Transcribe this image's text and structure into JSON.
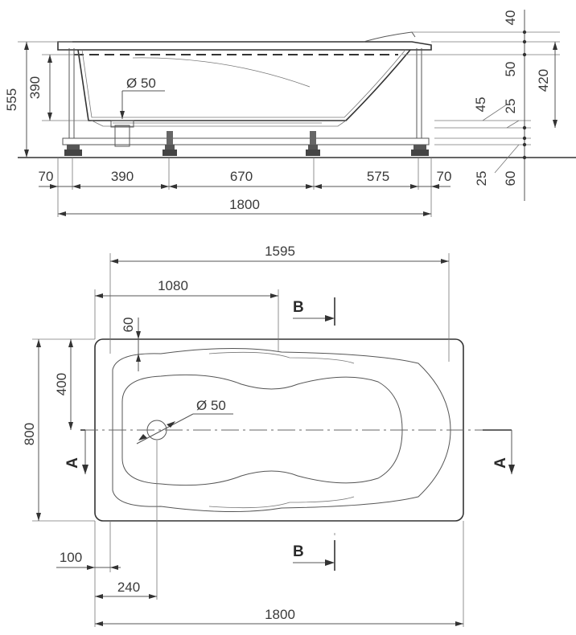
{
  "side_view": {
    "dims": {
      "total_height": "555",
      "inner_height": "390",
      "drain": "Ø 50",
      "leg_left": "70",
      "span_1": "390",
      "span_2": "670",
      "span_3": "575",
      "leg_right": "70",
      "total_length": "1800",
      "rim": "40",
      "upper": "50",
      "right_height": "420",
      "r45": "45",
      "r25a": "25",
      "r25b": "25",
      "r60": "60"
    }
  },
  "top_view": {
    "dims": {
      "width_1595": "1595",
      "width_1080": "1080",
      "depth_60": "60",
      "half_400": "400",
      "width_800": "800",
      "drain": "Ø 50",
      "edge_100": "100",
      "drain_240": "240",
      "total_length": "1800"
    },
    "sections": {
      "b_top": "B",
      "b_bottom": "B",
      "a_left": "A",
      "a_right": "A"
    }
  }
}
